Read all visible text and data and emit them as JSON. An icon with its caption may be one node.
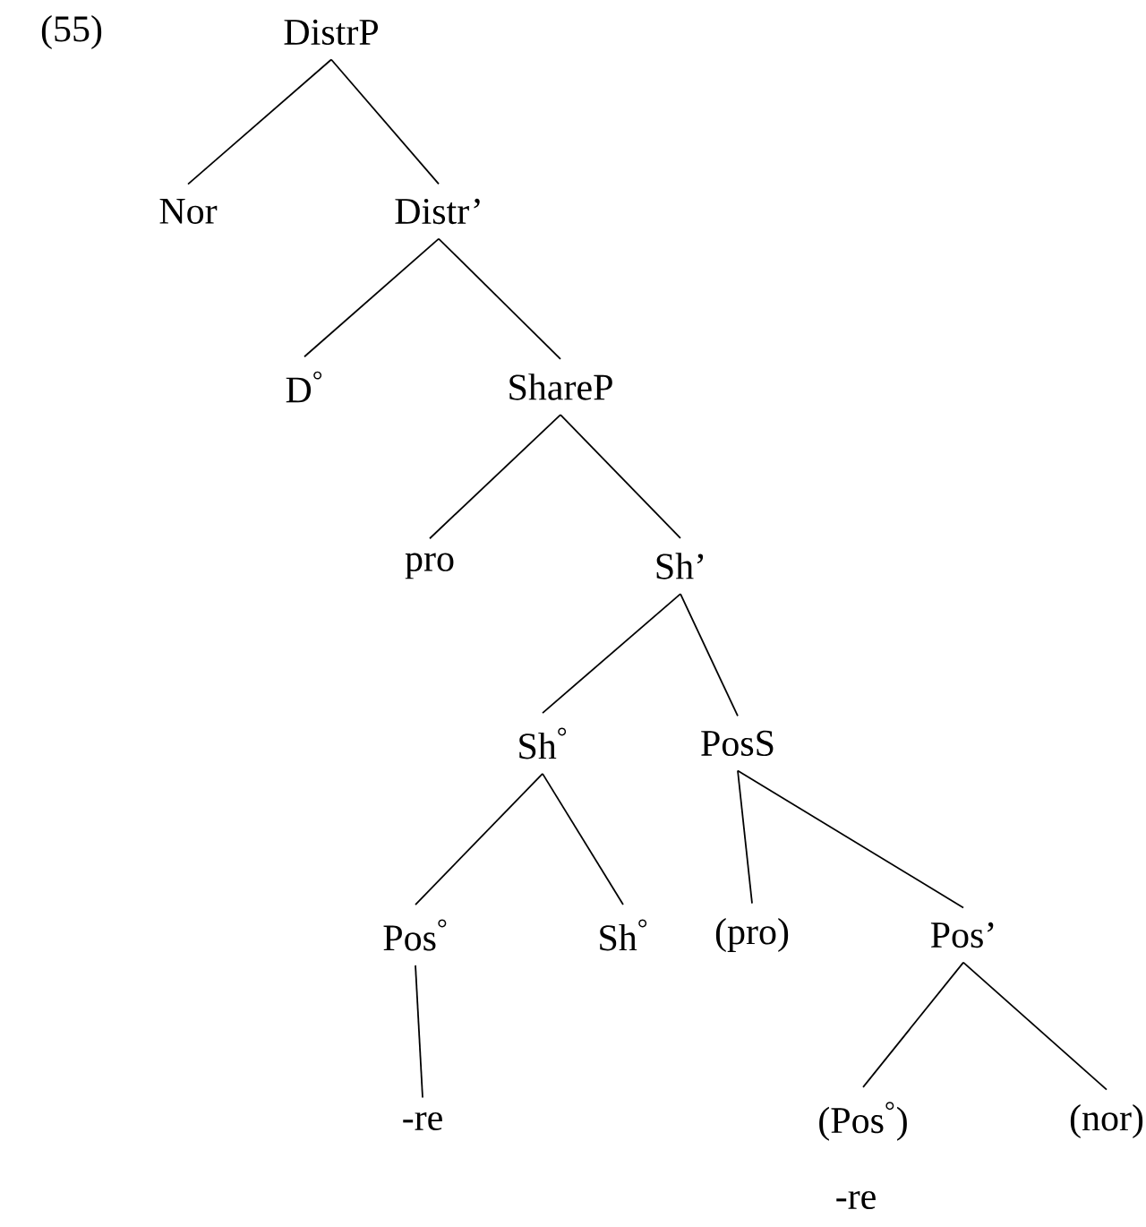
{
  "diagram": {
    "nodes": [
      {
        "text": [
          "DistrP"
        ]
      },
      {
        "text": [
          "Nor"
        ]
      },
      {
        "text": [
          "Distr’"
        ]
      },
      {
        "text": [
          "D$^{°}$"
        ]
      },
      {
        "text": [
          "ShareP"
        ]
      },
      {
        "text": [
          "pro"
        ]
      },
      {
        "text": [
          "Sh’"
        ]
      },
      {
        "text": [
          "Sh$^{°}$"
        ]
      },
      {
        "text": [
          "PosS"
        ]
      },
      {
        "text": [
          "Pos$^{°}$"
        ]
      },
      {
        "text": [
          "Sh$^{°}$"
        ]
      },
      {
        "text": [
          "(pro)"
        ]
      },
      {
        "text": [
          "Pos’"
        ]
      },
      {
        "text": [
          "-re"
        ]
      },
      {
        "text": [
          "(Pos$^{°}$)"
        ]
      },
      {
        "text": [
          "(nor)"
        ]
      }
    ],
    "edges": [
      {
        "from": 0,
        "to": 1,
        "arrow": "none"
      },
      {
        "from": 0,
        "to": 2,
        "arrow": "none"
      },
      {
        "from": 2,
        "to": 3,
        "arrow": "none"
      },
      {
        "from": 2,
        "to": 4,
        "arrow": "none"
      },
      {
        "from": 4,
        "to": 5,
        "arrow": "none"
      },
      {
        "from": 4,
        "to": 6,
        "arrow": "none"
      },
      {
        "from": 6,
        "to": 7,
        "arrow": "none"
      },
      {
        "from": 6,
        "to": 8,
        "arrow": "none"
      },
      {
        "from": 7,
        "to": 9,
        "arrow": "none"
      },
      {
        "from": 7,
        "to": 10,
        "arrow": "none"
      },
      {
        "from": 8,
        "to": 11,
        "arrow": "none"
      },
      {
        "from": 8,
        "to": 12,
        "arrow": "none"
      },
      {
        "from": 9,
        "to": 13,
        "arrow": "none"
      },
      {
        "from": 12,
        "to": 14,
        "arrow": "none"
      },
      {
        "from": 12,
        "to": 15,
        "arrow": "none"
      }
    ],
    "labels": [
      "(55)",
      "-re"
    ]
  }
}
